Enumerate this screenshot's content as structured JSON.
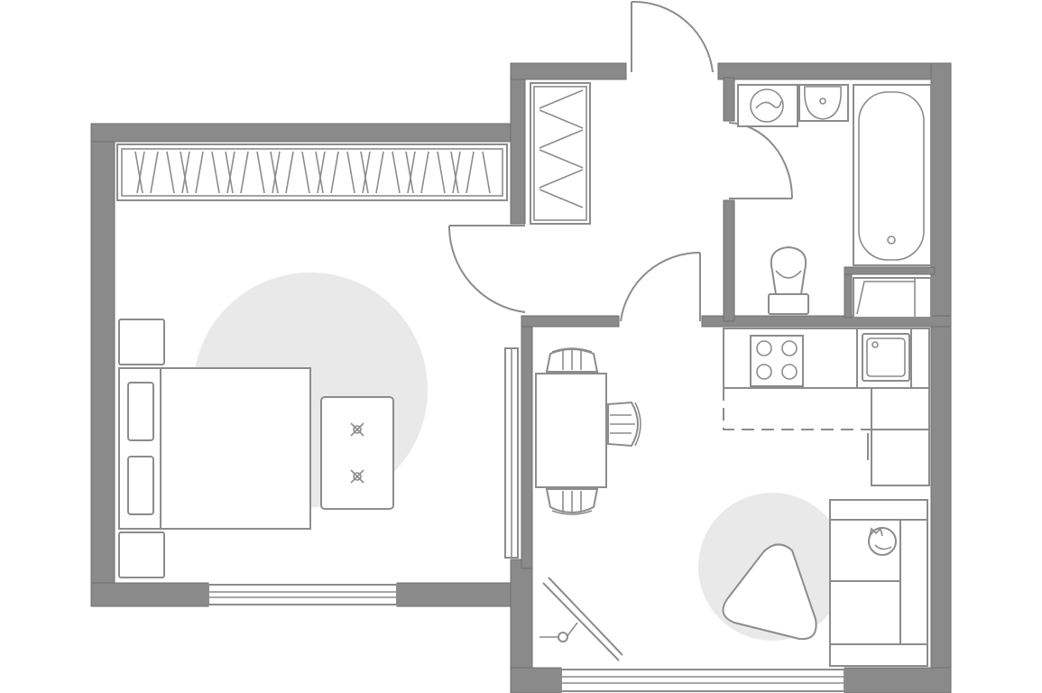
{
  "plan": {
    "rooms": [
      {
        "id": "bedroom"
      },
      {
        "id": "hallway"
      },
      {
        "id": "bathroom"
      },
      {
        "id": "kitchen-living"
      }
    ],
    "icons": [
      "door-swing-icon",
      "window-icon",
      "wardrobe-icon",
      "bed-icon",
      "nightstand-icon",
      "coffee-table-icon",
      "rug-icon",
      "dining-table-icon",
      "chair-icon",
      "stove-icon",
      "sink-icon",
      "bathtub-icon",
      "toilet-icon",
      "washing-machine-icon",
      "washbasin-icon",
      "sofa-icon",
      "cat-icon",
      "floor-lamp-icon",
      "radiator-icon"
    ],
    "colors": {
      "wall": "#8a8a8a",
      "line": "#8c8c8c",
      "rug": "#e9e9e9",
      "background": "#ffffff"
    }
  }
}
